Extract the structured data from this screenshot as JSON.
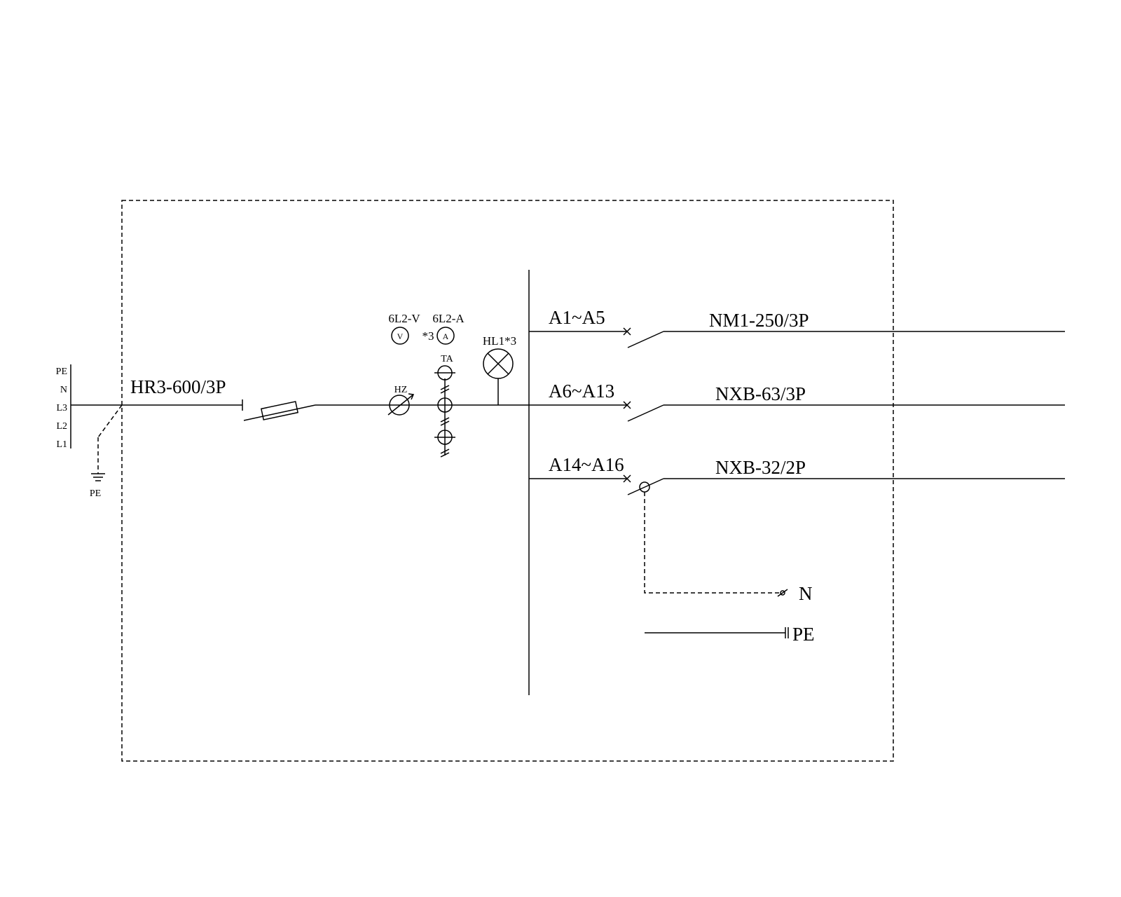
{
  "bus": {
    "labels": [
      "PE",
      "N",
      "L3",
      "L2",
      "L1"
    ],
    "ground_label": "PE"
  },
  "incoming": {
    "switch_label": "HR3-600/3P"
  },
  "metering": {
    "voltmeter_label": "6L2-V",
    "voltmeter_symbol": "V",
    "ammeter_label": "6L2-A",
    "ammeter_symbol": "A",
    "ammeter_multiplier": "*3",
    "ct_label": "TA",
    "hz_label": "HZ",
    "lamp_label": "HL1*3"
  },
  "outgoing": [
    {
      "circuits": "A1~A5",
      "breaker": "NM1-250/3P"
    },
    {
      "circuits": "A6~A13",
      "breaker": "NXB-63/3P"
    },
    {
      "circuits": "A14~A16",
      "breaker": "NXB-32/2P"
    }
  ],
  "terminals": {
    "neutral": "N",
    "earth": "PE"
  },
  "colors": {
    "stroke": "#000000",
    "background": "#ffffff"
  }
}
